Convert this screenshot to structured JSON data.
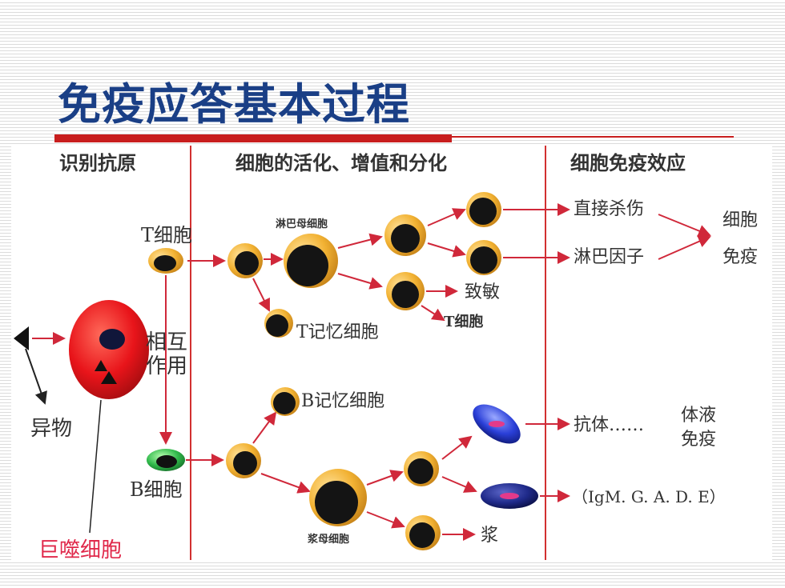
{
  "slide": {
    "title": "免疫应答基本过程"
  },
  "diagram": {
    "headers": {
      "recognition": "识别抗原",
      "activation": "细胞的活化、增值和分化",
      "effect": "细胞免疫效应"
    },
    "labels": {
      "t_cell": "T细胞",
      "lymphoblast": "淋巴母细胞",
      "t_memory": "T记忆细胞",
      "direct_kill": "直接杀伤",
      "lymphokine": "淋巴因子",
      "sensitized": "致敏",
      "t_cell_small": "T细胞",
      "cellular_immunity_1": "细胞",
      "cellular_immunity_2": "免疫",
      "interaction_1": "相互",
      "interaction_2": "作用",
      "foreign": "异物",
      "macrophage": "巨噬细胞",
      "b_cell": "B细胞",
      "b_memory": "B记忆细胞",
      "antibody": "抗体……",
      "humoral_1": "体液",
      "humoral_2": "免疫",
      "ig_classes": "（IgM. G. A. D. E）",
      "plasmablast": "浆母细胞",
      "plasma": "浆"
    },
    "colors": {
      "title": "#1a3f86",
      "accent_red": "#c81e1e",
      "divider": "#d23030",
      "arrow": "#d0283a",
      "cell_orange": "#f2b233",
      "cell_core": "#141414",
      "macrophage": "#e8141a",
      "b_cell": "#2fb84a",
      "plasma_blue": "#2a3fd8",
      "plasma_pink": "#e23a8a"
    }
  }
}
